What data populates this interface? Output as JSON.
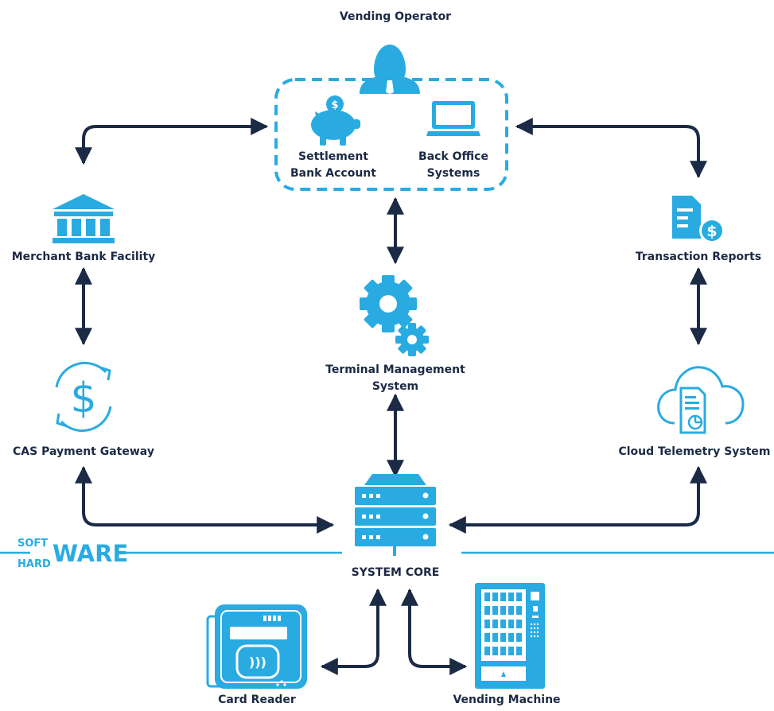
{
  "colors": {
    "accent": "#29abe2",
    "arrow": "#1b2a45",
    "text": "#1b2a45"
  },
  "labels": {
    "vending_operator": "Vending Operator",
    "settlement_bank_account": "Settlement Bank Account",
    "back_office_systems": "Back Office Systems",
    "merchant_bank_facility": "Merchant Bank Facility",
    "transaction_reports": "Transaction Reports",
    "terminal_management_system": "Terminal Management System",
    "cas_payment_gateway": "CAS Payment Gateway",
    "cloud_telemetry_system": "Cloud Telemetry System",
    "system_core": "SYSTEM CORE",
    "card_reader": "Card Reader",
    "vending_machine": "Vending Machine",
    "soft": "SOFT",
    "hard": "HARD",
    "ware": "WARE"
  },
  "icons": {
    "operator": "person-icon",
    "piggy_bank": "piggy-bank-icon",
    "computer": "computer-monitor-icon",
    "bank": "bank-building-icon",
    "report": "invoice-report-icon",
    "gears": "gears-icon",
    "gateway": "dollar-cycle-icon",
    "cloud": "cloud-document-icon",
    "server": "server-rack-icon",
    "card_reader": "card-reader-icon",
    "vending_machine": "vending-machine-icon"
  }
}
